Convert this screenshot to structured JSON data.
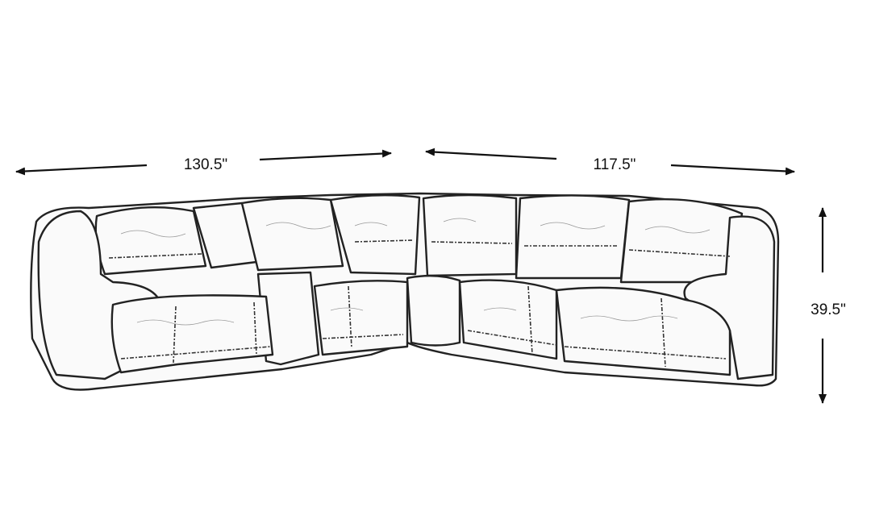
{
  "dimensions": {
    "width_left": "130.5\"",
    "width_right": "117.5\"",
    "height": "39.5\""
  },
  "colors": {
    "line": "#111111",
    "background": "#ffffff"
  }
}
